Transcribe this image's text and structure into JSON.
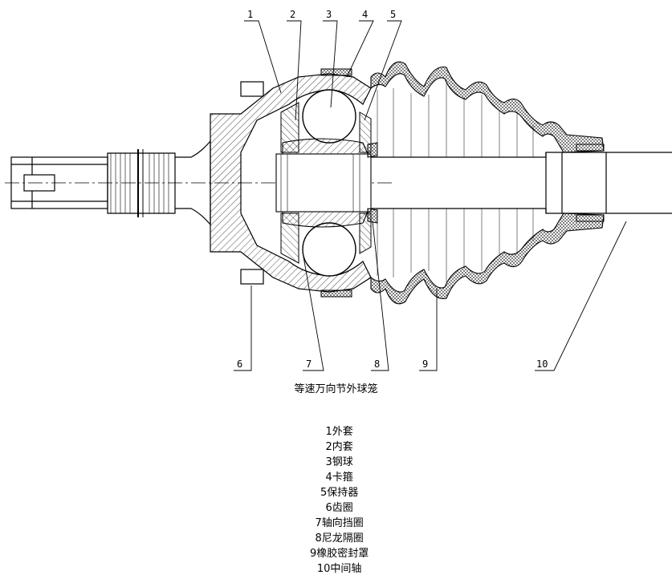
{
  "title": "等速万向节外球笼",
  "callouts": [
    "1",
    "2",
    "3",
    "4",
    "5",
    "6",
    "7",
    "8",
    "9",
    "10"
  ],
  "legend": [
    "1外套",
    "2内套",
    "3钢球",
    "4卡箍",
    "5保持器",
    "6齿圈",
    "7轴向挡圈",
    "8尼龙隔圈",
    "9橡胶密封罩",
    "10中间轴"
  ],
  "colors": {
    "line": "#000000",
    "background": "#ffffff"
  }
}
